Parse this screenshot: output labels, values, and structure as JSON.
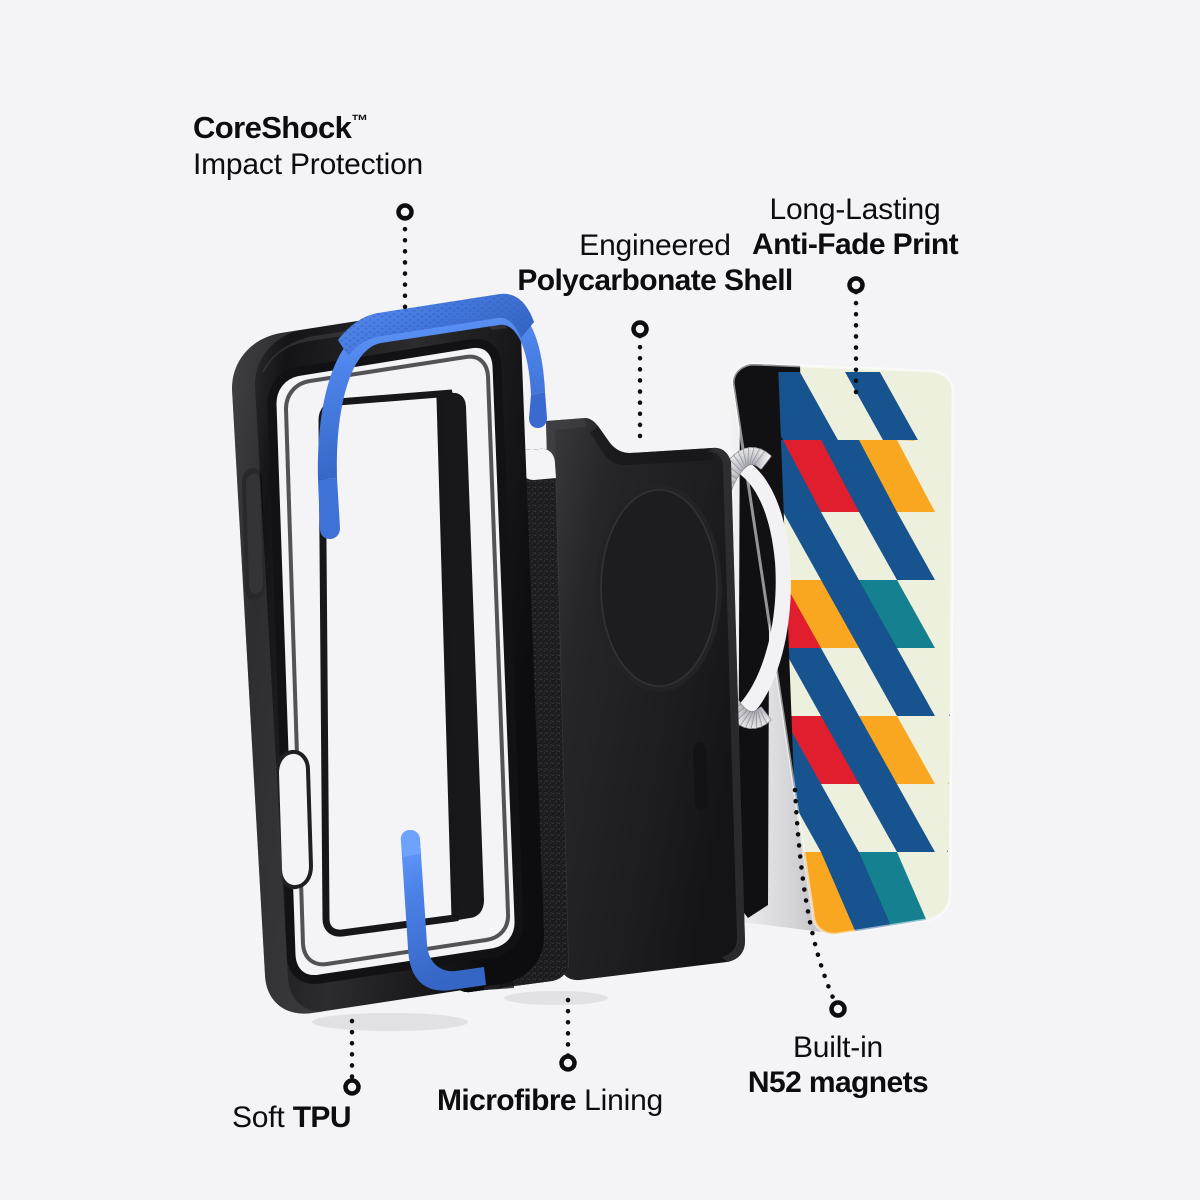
{
  "page": {
    "background_color": "#f4f4f6",
    "subject": "Exploded view of a MagSafe phone case showing its construction layers"
  },
  "palette": {
    "background": "#f4f4f6",
    "text": "#0d0d0f",
    "tpu_black": "#1b1b1d",
    "coreshock_blue": "#4c82e8",
    "coreshock_blue_dark": "#3a6fd6",
    "microfibre_black": "#222224",
    "shell_black": "#252527",
    "magnet_silver": "#e9e9ec",
    "print_cream": "#eef0de",
    "print_blue": "#17548f",
    "print_red": "#e01e2d",
    "print_orange": "#f9a620",
    "print_teal": "#15808f",
    "print_black": "#111113"
  },
  "callouts": [
    {
      "id": "coreshock",
      "line1": "CoreShock",
      "trademark": "™",
      "line2": "Impact Protection",
      "line1_weight": "bold",
      "line2_weight": "regular",
      "marker": "dot-marker-icon"
    },
    {
      "id": "polycarbonate",
      "line1": "Engineered",
      "line2": "Polycarbonate Shell",
      "line1_weight": "regular",
      "line2_weight": "bold",
      "marker": "dot-marker-icon"
    },
    {
      "id": "anti-fade",
      "line1": "Long-Lasting",
      "line2": "Anti-Fade Print",
      "line1_weight": "regular",
      "line2_weight": "bold",
      "marker": "dot-marker-icon"
    },
    {
      "id": "tpu",
      "text_regular": "Soft ",
      "text_bold": "TPU",
      "marker": "dot-marker-icon"
    },
    {
      "id": "microfibre",
      "text_bold": "Microfibre",
      "text_regular": " Lining",
      "marker": "dot-marker-icon"
    },
    {
      "id": "n52",
      "line1": "Built-in",
      "line2": "N52 magnets",
      "line1_weight": "regular",
      "line2_weight": "bold",
      "marker": "dot-marker-icon"
    }
  ],
  "layers": [
    {
      "id": "tpu-bumper",
      "name": "Soft TPU bumper frame with CoreShock blue insert"
    },
    {
      "id": "microfibre",
      "name": "Microfibre lining panel"
    },
    {
      "id": "pc-shell",
      "name": "Engineered polycarbonate shell with MagSafe recess"
    },
    {
      "id": "magnet-ring",
      "name": "Built-in N52 magnet ring"
    },
    {
      "id": "print-panel",
      "name": "Anti-fade printed back panel with chevron pattern"
    }
  ]
}
